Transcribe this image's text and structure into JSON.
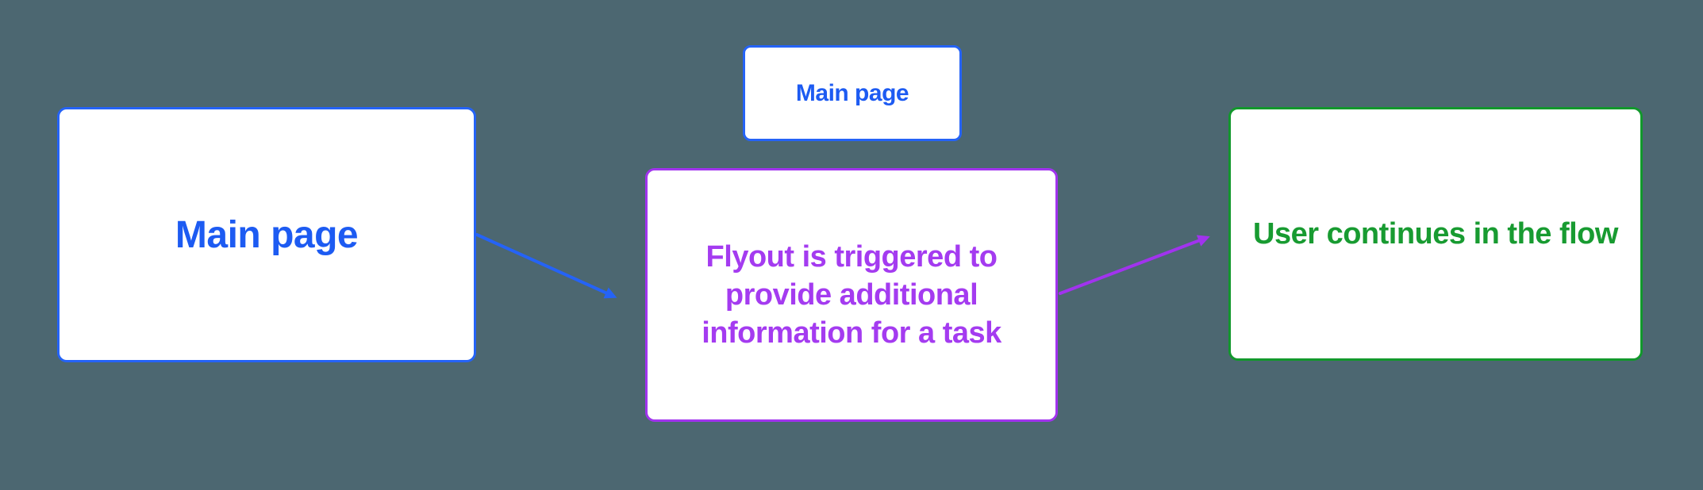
{
  "diagram": {
    "background_color": "#4C6771",
    "node_fill_color": "#FFFFFF",
    "nodes": [
      {
        "id": "main-page",
        "label": "Main page",
        "text_color": "#1D5BF2",
        "border_color": "#2563F6"
      },
      {
        "id": "main-page-small",
        "label": "Main page",
        "text_color": "#1D5BF2",
        "border_color": "#2563F6"
      },
      {
        "id": "flyout",
        "label": "Flyout is triggered to provide additional information for a task",
        "text_color": "#A43BF0",
        "border_color": "#A133EE"
      },
      {
        "id": "user-continues",
        "label": "User continues in the flow",
        "text_color": "#189B31",
        "border_color": "#12982C"
      }
    ],
    "connectors": [
      {
        "from": "main-page",
        "to": "flyout",
        "color": "#2563F6"
      },
      {
        "from": "flyout",
        "to": "user-continues",
        "color": "#A133EE"
      }
    ]
  }
}
